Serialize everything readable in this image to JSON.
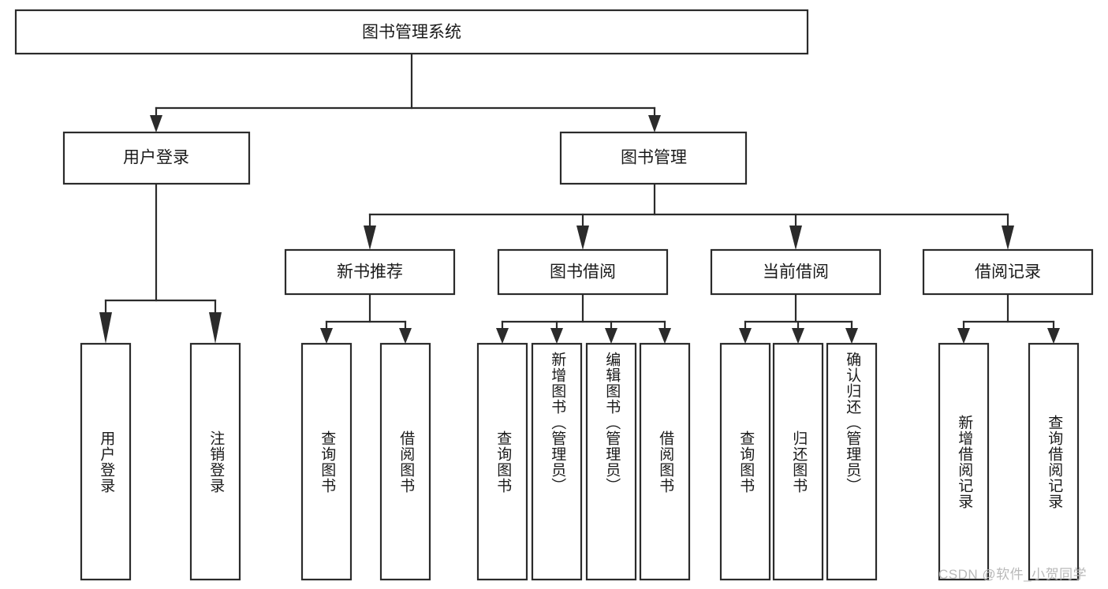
{
  "diagram": {
    "title": "图书管理系统",
    "type": "功能结构图",
    "watermark": "CSDN @软件_小贺同学",
    "colors": {
      "box_stroke": "#2b2b2b",
      "box_fill": "#ffffff",
      "text": "#1a1a1a",
      "background": "#ffffff",
      "watermark": "#b9b9b9"
    },
    "levels": {
      "root": {
        "label": "图书管理系统"
      },
      "level2": [
        {
          "id": "user-login",
          "label": "用户登录"
        },
        {
          "id": "book-manage",
          "label": "图书管理"
        }
      ],
      "level3": [
        {
          "id": "new-book-recommend",
          "label": "新书推荐",
          "parent": "book-manage"
        },
        {
          "id": "book-borrow",
          "label": "图书借阅",
          "parent": "book-manage"
        },
        {
          "id": "current-borrow",
          "label": "当前借阅",
          "parent": "book-manage"
        },
        {
          "id": "borrow-record",
          "label": "借阅记录",
          "parent": "book-manage"
        }
      ],
      "leaves": [
        {
          "id": "leaf-user-login",
          "label": "用户登录",
          "parent": "user-login"
        },
        {
          "id": "leaf-user-logout",
          "label": "注销登录",
          "parent": "user-login"
        },
        {
          "id": "leaf-query-book-1",
          "label": "查询图书",
          "parent": "new-book-recommend"
        },
        {
          "id": "leaf-borrow-book-1",
          "label": "借阅图书",
          "parent": "new-book-recommend"
        },
        {
          "id": "leaf-query-book-2",
          "label": "查询图书",
          "parent": "book-borrow"
        },
        {
          "id": "leaf-add-book",
          "label": "新增图书（管理员）",
          "parent": "book-borrow"
        },
        {
          "id": "leaf-edit-book",
          "label": "编辑图书（管理员）",
          "parent": "book-borrow"
        },
        {
          "id": "leaf-borrow-book-2",
          "label": "借阅图书",
          "parent": "book-borrow"
        },
        {
          "id": "leaf-query-book-3",
          "label": "查询图书",
          "parent": "current-borrow"
        },
        {
          "id": "leaf-return-book",
          "label": "归还图书",
          "parent": "current-borrow"
        },
        {
          "id": "leaf-confirm-return",
          "label": "确认归还（管理员）",
          "parent": "current-borrow"
        },
        {
          "id": "leaf-add-record",
          "label": "新增借阅记录",
          "parent": "borrow-record"
        },
        {
          "id": "leaf-query-record",
          "label": "查询借阅记录",
          "parent": "borrow-record"
        }
      ]
    }
  }
}
